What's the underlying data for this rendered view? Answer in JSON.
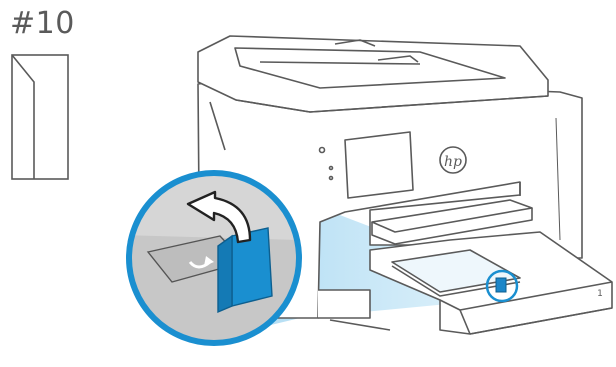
{
  "diagram": {
    "envelope_size_label": "#10",
    "printer_logo_text": "hp",
    "tray_number": "1",
    "icons": [
      "envelope-icon",
      "printer-icon",
      "rotate-arrow-icon",
      "paper-guide-icon"
    ],
    "colors": {
      "outline": "#5a5a5a",
      "accent_blue": "#1a8fd0",
      "highlight_blue": "#bfe3f5",
      "guide_blue": "#1c86c8"
    }
  }
}
